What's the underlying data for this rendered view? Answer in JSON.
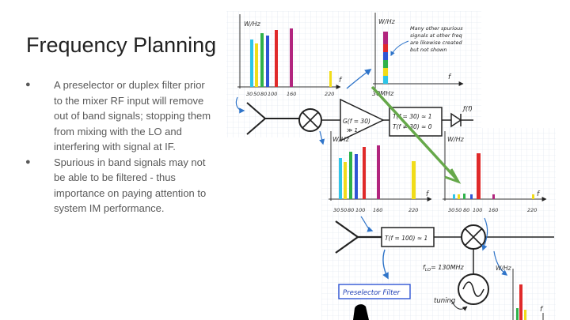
{
  "slide": {
    "title": "Frequency Planning",
    "bullets": [
      "A preselector or duplex filter prior to the mixer RF input will remove out of band signals; stopping them from mixing with the LO and interfering with signal at IF.",
      "Spurious in band signals may not be able to be filtered - thus importance on paying attention to system IM performance."
    ]
  },
  "figure": {
    "top_left_plot": {
      "y_label": "W/Hz",
      "f_label": "f",
      "ticks": [
        "30",
        "50",
        "80",
        "100",
        "160",
        "220"
      ]
    },
    "top_right_plot": {
      "y_label": "W/Hz",
      "f_label": "f",
      "center_label": "30MHz",
      "note": [
        "Many other spurious",
        "signals at other freq",
        "are likewise created",
        "but not shown"
      ]
    },
    "chain_top": {
      "amp_label": [
        "G(f = 30)",
        "≫ 1"
      ],
      "filter_label": [
        "T(f = 30) ≈ 1",
        "T(f ≠ 30) ≈ 0"
      ],
      "detector_label": "ƒ(f)"
    },
    "middle_left_plot": {
      "y_label": "W/Hz",
      "f_label": "f",
      "ticks": [
        "30",
        "50",
        "80",
        "100",
        "160",
        "220"
      ]
    },
    "middle_right_plot": {
      "y_label": "W/Hz",
      "f_label": "f",
      "ticks": [
        "30",
        "50",
        "80",
        "100",
        "160",
        "220"
      ]
    },
    "chain_bottom": {
      "preselector_transfer": "T(f = 100) ≈ 1",
      "lo_label": "f",
      "lo_sub": "LO",
      "lo_value": "= 130MHz",
      "preselector_filter": "Preselector Filter",
      "tuning": "tuning",
      "lo_plot_y_label": "W/Hz",
      "lo_plot_f_label": "f"
    },
    "colors": {
      "cyan": "#2ec5e8",
      "yellow": "#f1dc19",
      "green": "#2fb24a",
      "blue": "#2f55d4",
      "red": "#e02a2a",
      "magenta": "#b2257e",
      "arrow_blue": "#2f74c9",
      "annotation_green": "#66a84a"
    }
  }
}
